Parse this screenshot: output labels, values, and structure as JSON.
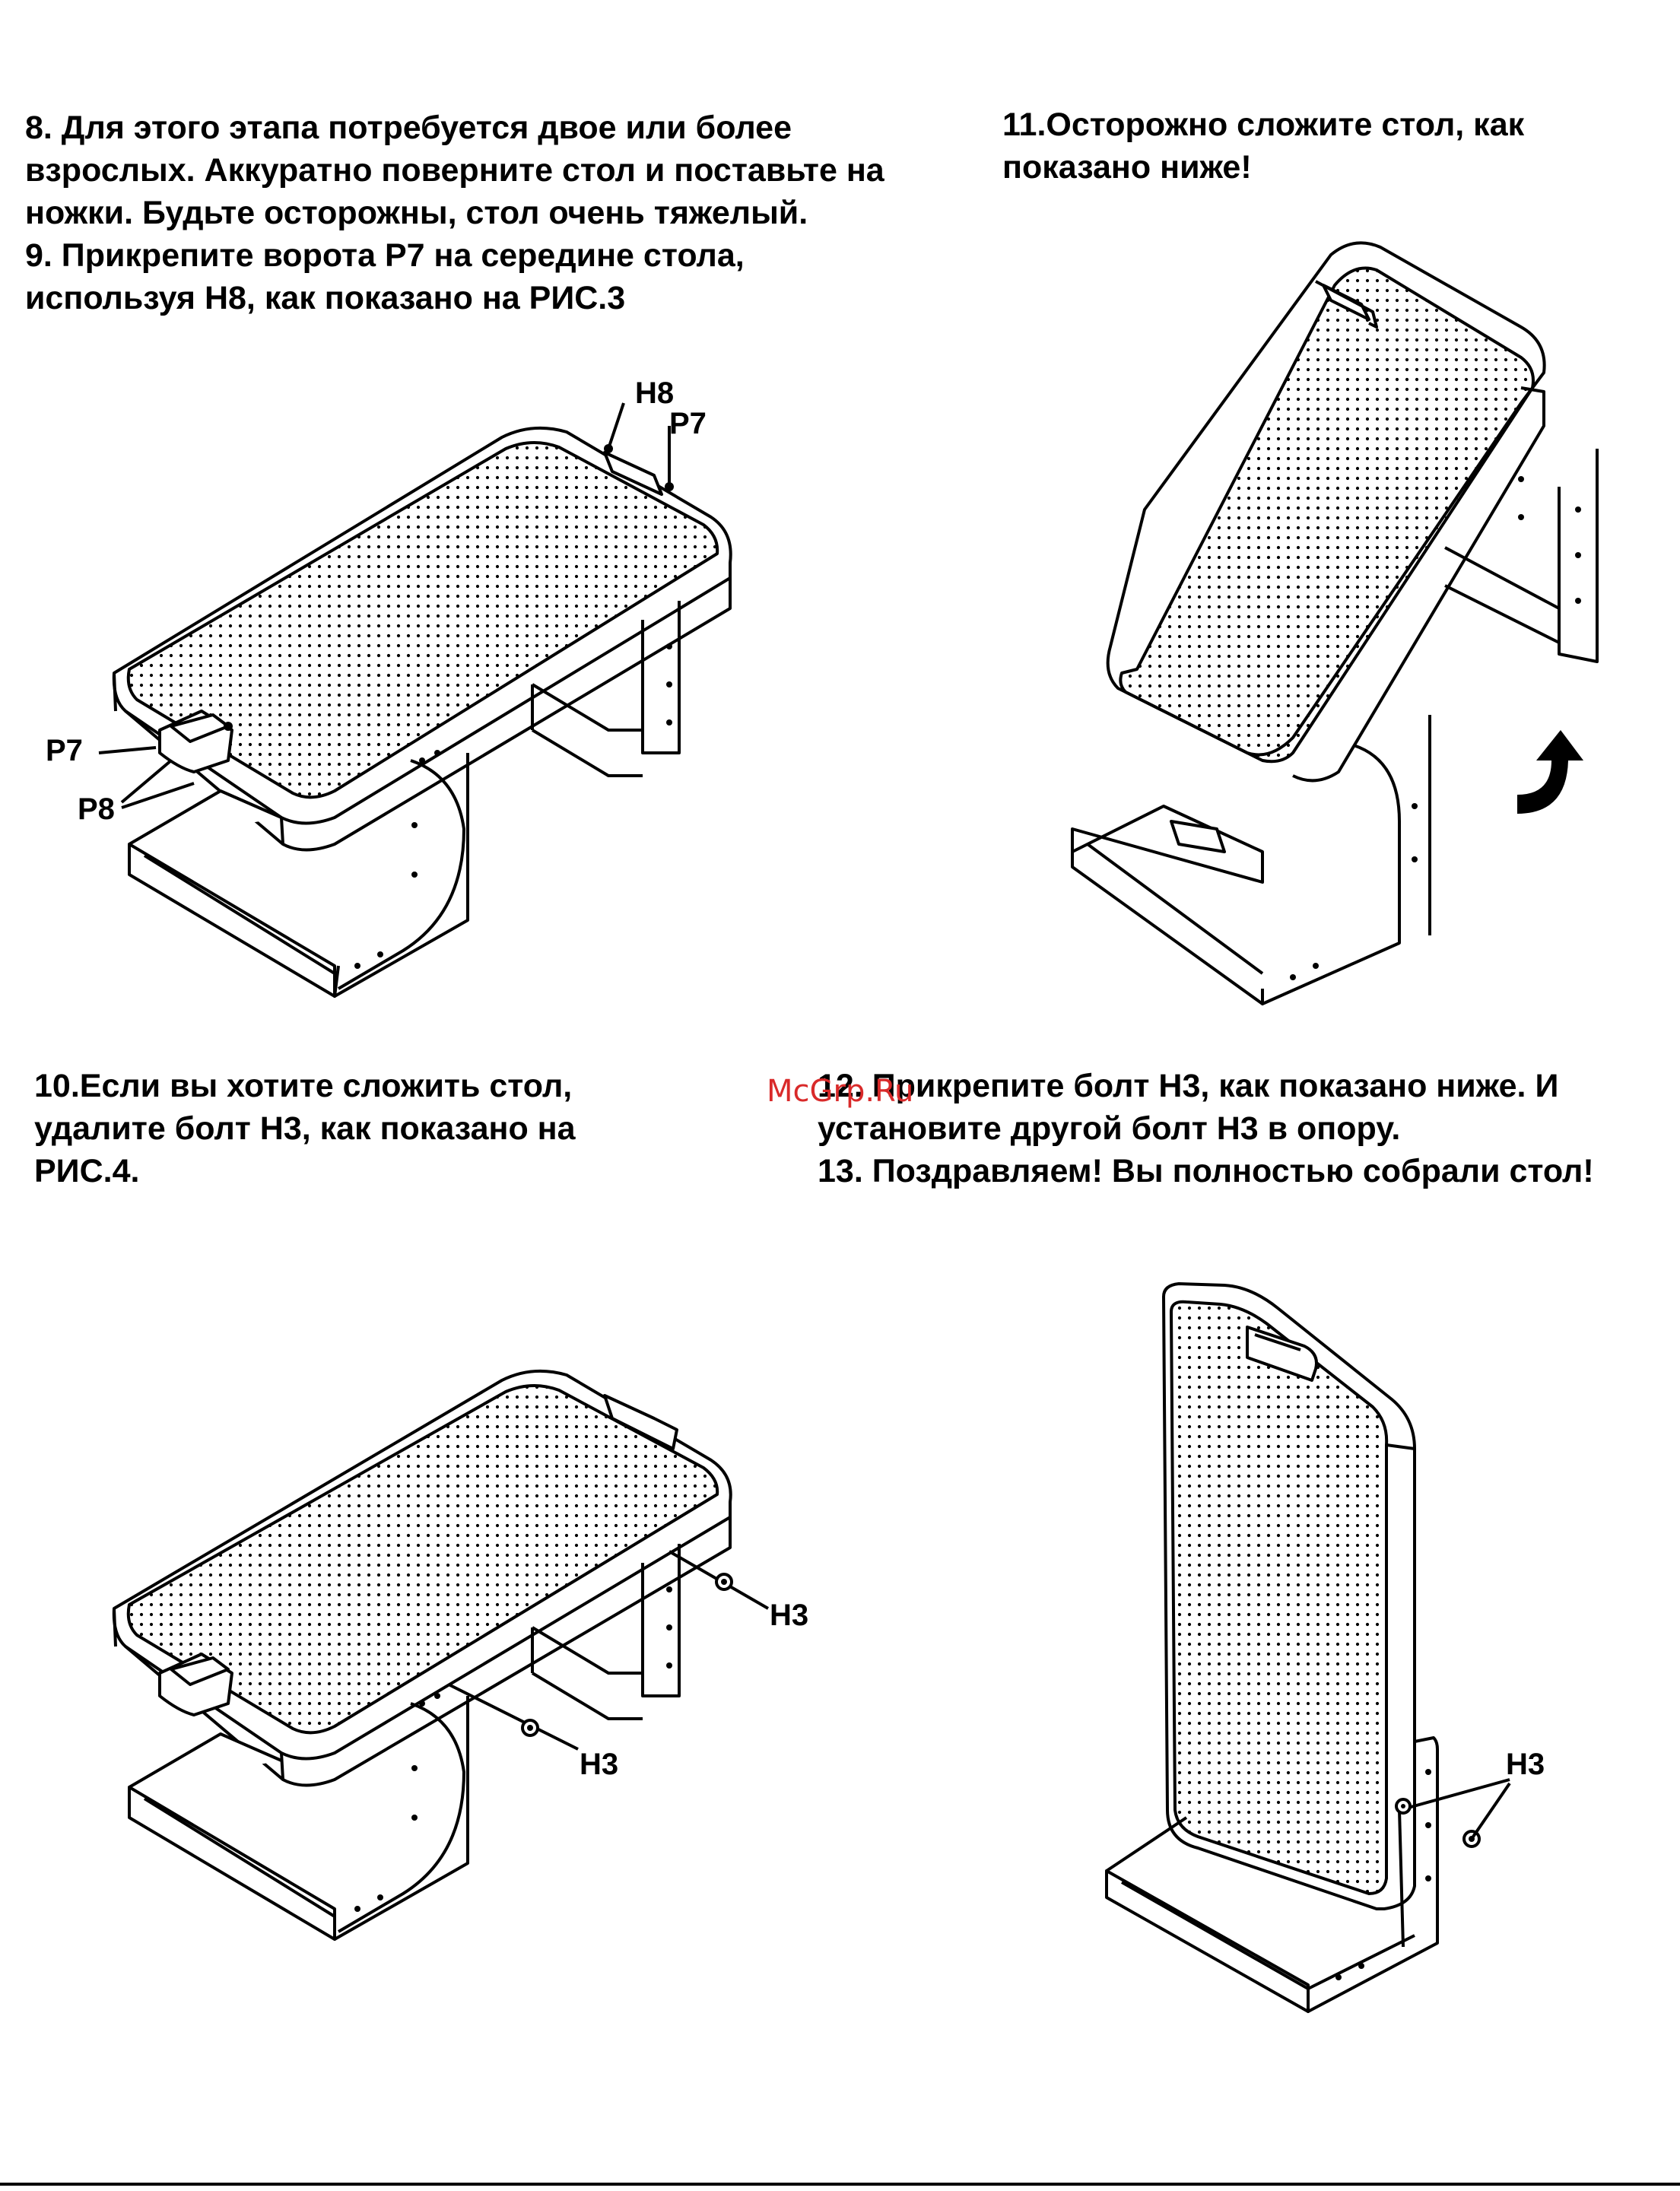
{
  "blocks": {
    "step8_9": [
      "8. Для этого этапа потребуется двое или более",
      "взрослых. Аккуратно поверните стол и поставьте на",
      "ножки. Будьте осторожны, стол очень тяжелый.",
      "9. Прикрепите ворота P7 на середине стола,",
      "используя H8, как показано на РИС.3"
    ],
    "step11": [
      "11.Осторожно сложите стол, как",
      "показано ниже!"
    ],
    "step10": [
      "10.Если вы хотите сложить стол,",
      "удалите болт H3, как показано на",
      "РИС.4."
    ],
    "step12_13": [
      "12. Прикрепите болт H3, как показано ниже. И",
      "установите другой болт H3 в опору.",
      "13. Поздравляем! Вы полностью собрали стол!"
    ]
  },
  "labels": {
    "h8": "H8",
    "p7_top": "P7",
    "p7_left": "P7",
    "p8": "P8",
    "h3_a": "H3",
    "h3_b": "H3",
    "h3_c": "H3"
  },
  "watermark": "McGrp.Ru"
}
